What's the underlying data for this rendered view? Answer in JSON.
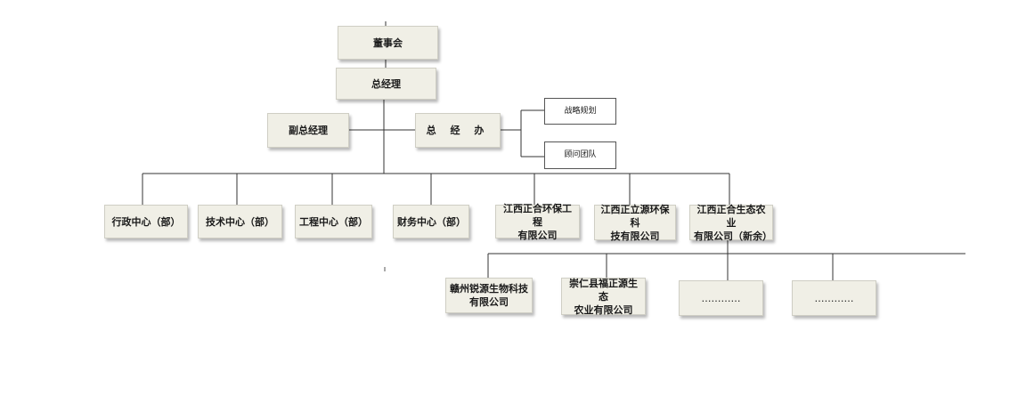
{
  "nodes": {
    "board": "董事会",
    "gm": "总经理",
    "deputy_gm": "副总经理",
    "gm_office": "总 经 办",
    "strategy": "战略规划",
    "advisors": "顾问团队",
    "admin": "行政中心（部）",
    "tech": "技术中心（部）",
    "engineering": "工程中心（部）",
    "finance": "财务中心（部）",
    "env_eng": {
      "line1": "江西正合环保工程",
      "line2": "有限公司"
    },
    "env_tech": {
      "line1": "江西正立源环保科",
      "line2": "技有限公司"
    },
    "eco_agri": {
      "line1": "江西正合生态农业",
      "line2": "有限公司（新余）"
    },
    "ganzhou_bio": {
      "line1": "赣州锐源生物科技",
      "line2": "有限公司"
    },
    "chongren_agri": {
      "line1": "崇仁县福正源生态",
      "line2": "农业有限公司"
    },
    "placeholder_1": "…………",
    "placeholder_2": "…………"
  },
  "colors": {
    "box_fill": "#f0efe6",
    "connector": "#333333"
  }
}
